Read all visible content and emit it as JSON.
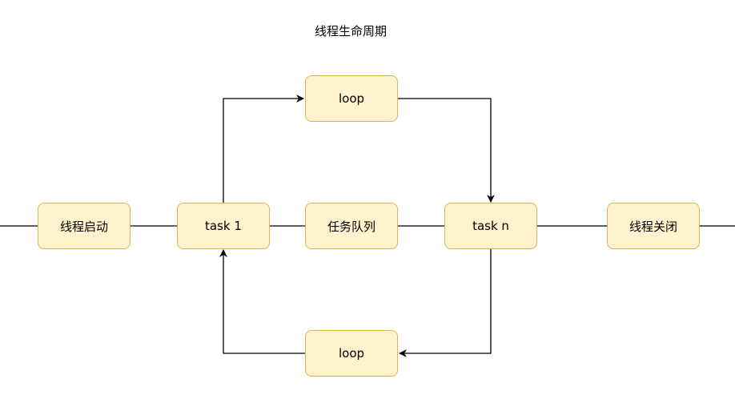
{
  "diagram": {
    "title": "线程生命周期",
    "nodes": {
      "thread_start": "线程启动",
      "task_1": "task 1",
      "task_queue": "任务队列",
      "task_n": "task n",
      "thread_close": "线程关闭",
      "loop_top": "loop",
      "loop_bottom": "loop"
    },
    "colors": {
      "node_fill": "#fff2cc",
      "node_border": "#d6b656",
      "edge": "#000000"
    }
  }
}
